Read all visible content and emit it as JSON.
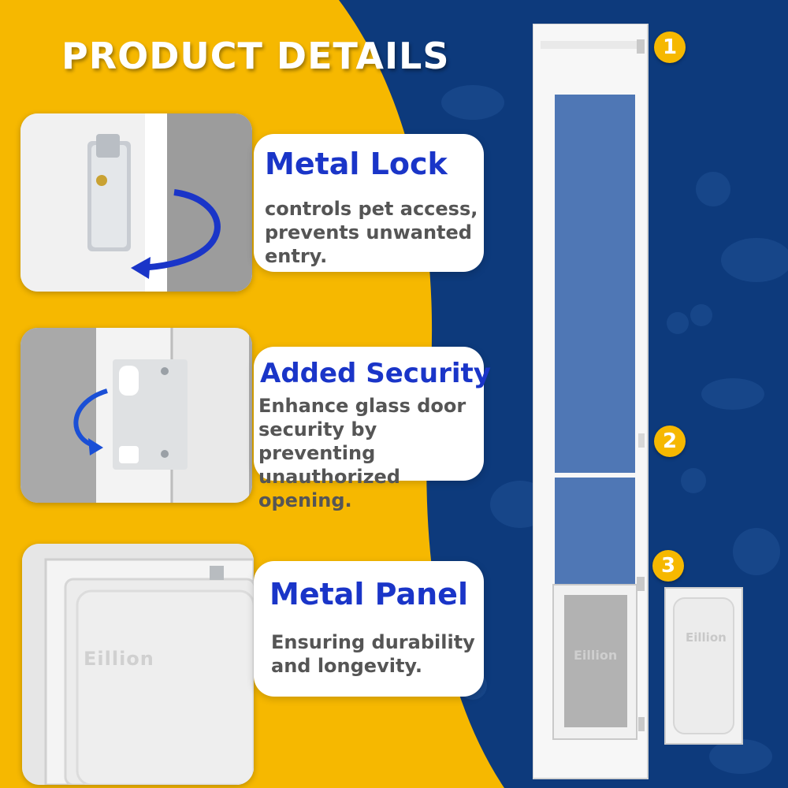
{
  "title": "PRODUCT DETAILS",
  "colors": {
    "yellow": "#f6b800",
    "navy": "#0d3a7c",
    "accent_blue": "#1a35c8",
    "text_gray": "#555555"
  },
  "features": [
    {
      "title": "Metal Lock",
      "lines": [
        "controls pet access,",
        "prevents unwanted",
        "entry."
      ]
    },
    {
      "title": "Added Security",
      "lines": [
        "Enhance glass door",
        "security by preventing",
        "unauthorized opening."
      ]
    },
    {
      "title": "Metal Panel",
      "lines": [
        "Ensuring durability",
        "and longevity."
      ]
    }
  ],
  "badges": [
    "1",
    "2",
    "3"
  ],
  "brand": "Eillion"
}
